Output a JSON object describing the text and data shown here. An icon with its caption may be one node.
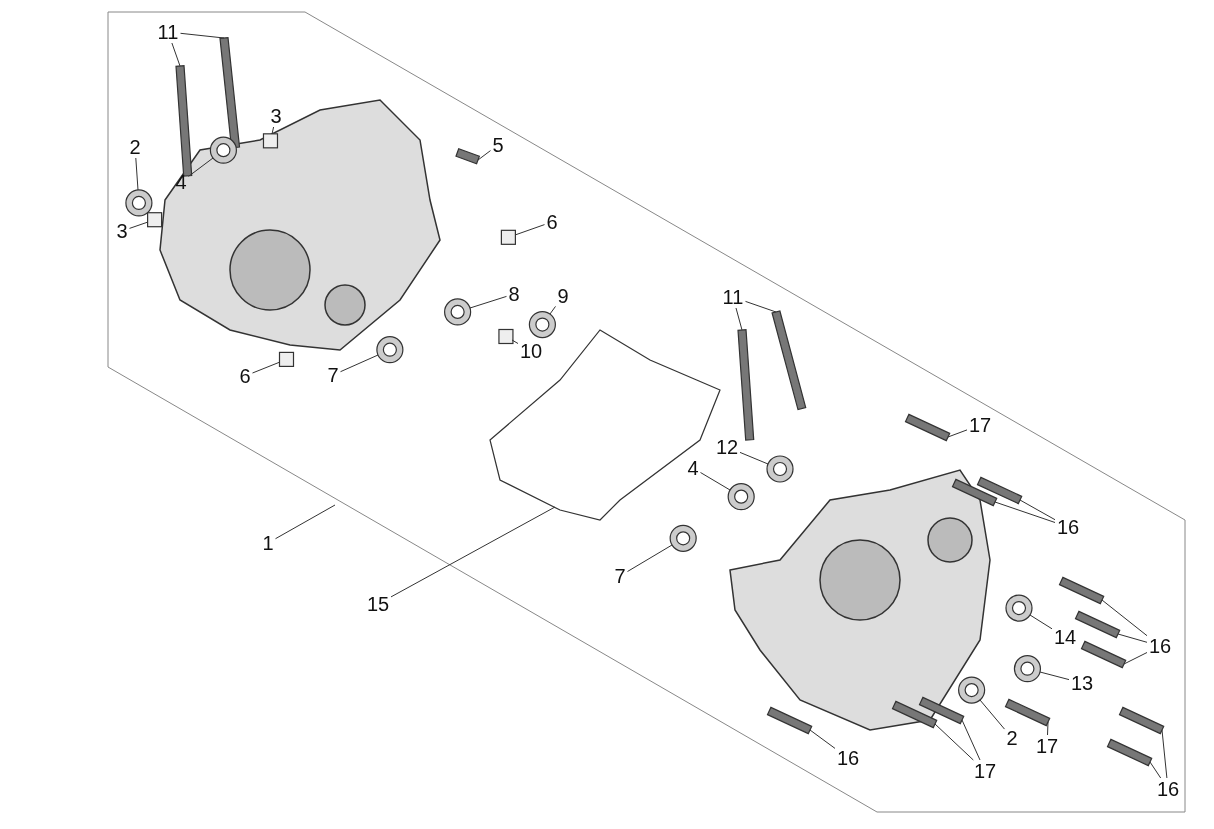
{
  "diagram": {
    "nodes": [
      {
        "text": [
          "11"
        ]
      },
      {
        "text": [
          "3"
        ]
      },
      {
        "text": [
          "5"
        ]
      },
      {
        "text": [
          "2"
        ]
      },
      {
        "text": [
          "4"
        ]
      },
      {
        "text": [
          "6"
        ]
      },
      {
        "text": [
          "3"
        ]
      },
      {
        "text": [
          "8"
        ]
      },
      {
        "text": [
          "9"
        ]
      },
      {
        "text": [
          "11"
        ]
      },
      {
        "text": [
          "10"
        ]
      },
      {
        "text": [
          "6"
        ]
      },
      {
        "text": [
          "7"
        ]
      },
      {
        "text": [
          "17"
        ]
      },
      {
        "text": [
          "12"
        ]
      },
      {
        "text": [
          "4"
        ]
      },
      {
        "text": [
          "16"
        ]
      },
      {
        "text": [
          "1"
        ]
      },
      {
        "text": [
          "7"
        ]
      },
      {
        "text": [
          "15"
        ]
      },
      {
        "text": [
          "14"
        ]
      },
      {
        "text": [
          "16"
        ]
      },
      {
        "text": [
          "13"
        ]
      },
      {
        "text": [
          "2"
        ]
      },
      {
        "text": [
          "17"
        ]
      },
      {
        "text": [
          "16"
        ]
      },
      {
        "text": [
          "17"
        ]
      },
      {
        "text": [
          "16"
        ]
      },
      {
        "text": [],
        "shape": "picture"
      },
      {
        "text": [],
        "shape": "bar"
      },
      {
        "text": [],
        "shape": "bar"
      },
      {
        "text": [],
        "shape": "box"
      },
      {
        "text": [],
        "shape": "bar"
      },
      {
        "text": [],
        "shape": "circle"
      },
      {
        "text": [],
        "shape": "circle"
      },
      {
        "text": [],
        "shape": "box"
      },
      {
        "text": [],
        "shape": "box"
      },
      {
        "text": [],
        "shape": "circle"
      },
      {
        "text": [],
        "shape": "circle"
      },
      {
        "text": [],
        "shape": "bar"
      },
      {
        "text": [],
        "shape": "bar"
      },
      {
        "text": [],
        "shape": "box"
      },
      {
        "text": [],
        "shape": "box"
      },
      {
        "text": [],
        "shape": "circle"
      },
      {
        "text": [],
        "shape": "bar"
      },
      {
        "text": [],
        "shape": "circle"
      },
      {
        "text": [],
        "shape": "circle"
      },
      {
        "text": [],
        "shape": "bar"
      },
      {
        "text": [],
        "shape": "bar"
      },
      {
        "text": [],
        "shape": "circle"
      },
      {
        "text": [],
        "shape": "circle"
      },
      {
        "text": [],
        "shape": "bar"
      },
      {
        "text": [],
        "shape": "bar"
      },
      {
        "text": [],
        "shape": "bar"
      },
      {
        "text": [],
        "shape": "circle"
      },
      {
        "text": [],
        "shape": "circle"
      },
      {
        "text": [],
        "shape": "bar"
      },
      {
        "text": [],
        "shape": "bar"
      },
      {
        "text": [],
        "shape": "bar"
      },
      {
        "text": [],
        "shape": "bar"
      },
      {
        "text": [],
        "shape": "bar"
      },
      {
        "text": [],
        "shape": "bar"
      }
    ],
    "edges": [
      {
        "from": 0,
        "to": 29,
        "arrow": "none"
      },
      {
        "from": 0,
        "to": 30,
        "arrow": "none"
      },
      {
        "from": 1,
        "to": 31,
        "arrow": "none"
      },
      {
        "from": 2,
        "to": 32,
        "arrow": "none"
      },
      {
        "from": 3,
        "to": 33,
        "arrow": "none"
      },
      {
        "from": 4,
        "to": 34,
        "arrow": "none"
      },
      {
        "from": 5,
        "to": 35,
        "arrow": "none"
      },
      {
        "from": 6,
        "to": 36,
        "arrow": "none"
      },
      {
        "from": 7,
        "to": 37,
        "arrow": "none"
      },
      {
        "from": 8,
        "to": 38,
        "arrow": "none"
      },
      {
        "from": 9,
        "to": 39,
        "arrow": "none"
      },
      {
        "from": 9,
        "to": 40,
        "arrow": "none"
      },
      {
        "from": 10,
        "to": 41,
        "arrow": "none"
      },
      {
        "from": 11,
        "to": 42,
        "arrow": "none"
      },
      {
        "from": 12,
        "to": 43,
        "arrow": "none"
      },
      {
        "from": 13,
        "to": 44,
        "arrow": "none"
      },
      {
        "from": 14,
        "to": 45,
        "arrow": "none"
      },
      {
        "from": 15,
        "to": 46,
        "arrow": "none"
      },
      {
        "from": 16,
        "to": 47,
        "arrow": "none"
      },
      {
        "from": 16,
        "to": 48,
        "arrow": "none"
      },
      {
        "from": 17,
        "to": null,
        "arrow": "none"
      },
      {
        "from": 18,
        "to": 49,
        "arrow": "none"
      },
      {
        "from": 19,
        "to": 28,
        "arrow": "none"
      },
      {
        "from": 20,
        "to": 50,
        "arrow": "none"
      },
      {
        "from": 21,
        "to": 51,
        "arrow": "none"
      },
      {
        "from": 21,
        "to": 52,
        "arrow": "none"
      },
      {
        "from": 21,
        "to": 53,
        "arrow": "none"
      },
      {
        "from": 22,
        "to": 54,
        "arrow": "none"
      },
      {
        "from": 23,
        "to": 55,
        "arrow": "none"
      },
      {
        "from": 24,
        "to": 56,
        "arrow": "none"
      },
      {
        "from": 25,
        "to": 57,
        "arrow": "none"
      },
      {
        "from": 26,
        "to": 58,
        "arrow": "none"
      },
      {
        "from": 26,
        "to": 59,
        "arrow": "none"
      },
      {
        "from": 27,
        "to": 60,
        "arrow": "none"
      },
      {
        "from": 27,
        "to": 61,
        "arrow": "none"
      }
    ]
  }
}
